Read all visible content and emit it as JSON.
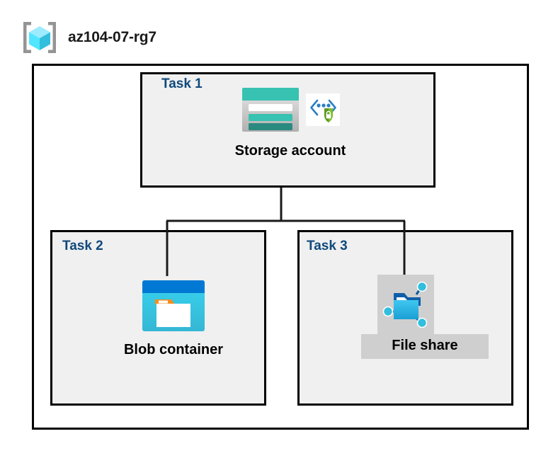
{
  "diagram": {
    "type": "azure-architecture-diagram",
    "resource_group": {
      "name": "az104-07-rg7",
      "icon": "azure-resource-group-icon"
    },
    "tasks": [
      {
        "id": "task1",
        "label": "Task 1",
        "node_label": "Storage account",
        "icons": [
          "storage-account-icon",
          "secure-endpoint-shield-icon"
        ]
      },
      {
        "id": "task2",
        "label": "Task 2",
        "node_label": "Blob container",
        "icons": [
          "blob-container-icon"
        ]
      },
      {
        "id": "task3",
        "label": "Task 3",
        "node_label": "File share",
        "icons": [
          "file-share-icon"
        ],
        "selected": true
      }
    ],
    "connections": [
      {
        "from": "task1",
        "to": "task2"
      },
      {
        "from": "task1",
        "to": "task3"
      }
    ],
    "colors": {
      "label_blue": "#10497c",
      "caption_black": "#000000",
      "box_border": "#000000",
      "box_fill": "#f0f0f0",
      "outer_fill": "#ffffff",
      "connector": "#1a1a1a",
      "selection_gray": "#cfcfcf",
      "storage_teal": "#37c2b1",
      "storage_teal_dark": "#2b8a80",
      "blob_blue": "#0078d4",
      "blob_cyan": "#32bedd",
      "blob_orange": "#f78d1e",
      "shield_green": "#5e9624",
      "rg_cube_cyan": "#50e6ff",
      "rg_bracket_gray": "#949494"
    }
  }
}
